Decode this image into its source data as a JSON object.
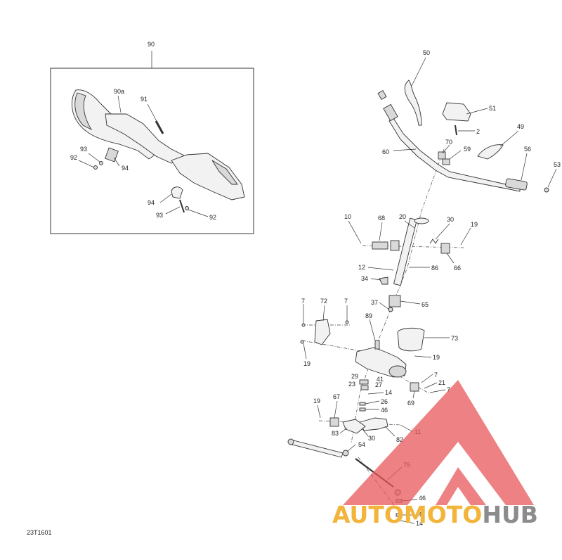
{
  "figure_code": "23T1601",
  "inset_callout": "90",
  "watermark": {
    "text_left": "AUTOMOTO",
    "text_right": "HUB",
    "colors": {
      "triangle": "#e8585a",
      "text_left": "#f3b43b",
      "text_right": "#8c8c8c"
    }
  },
  "callouts": {
    "c90a": "90a",
    "c91": "91",
    "c93a": "93",
    "c92a": "92",
    "c94a": "94",
    "c94b": "94",
    "c93b": "93",
    "c92b": "92",
    "c50": "50",
    "c51": "51",
    "c2": "2",
    "c49": "49",
    "c70": "70",
    "c59": "59",
    "c60": "60",
    "c56": "56",
    "c53": "53",
    "c10": "10",
    "c68": "68",
    "c20": "20",
    "c30a": "30",
    "c19a": "19",
    "c66": "66",
    "c12": "12",
    "c86": "86",
    "c34": "34",
    "c37": "37",
    "c65": "65",
    "c7a": "7",
    "c72": "72",
    "c7b": "7",
    "c19b": "19",
    "c89": "89",
    "c73": "73",
    "c19c": "19",
    "c29": "29",
    "c41": "41",
    "c23": "23",
    "c27": "27",
    "c14a": "14",
    "c7c": "7",
    "c21": "21",
    "c7d": "7",
    "c69": "69",
    "c26a": "26",
    "c46a": "46",
    "c19d": "19",
    "c67": "67",
    "c83": "83",
    "c30b": "30",
    "c82": "82",
    "c11": "11",
    "c54": "54",
    "c75": "75",
    "c46b": "46",
    "c26b": "26",
    "c14b": "14"
  }
}
